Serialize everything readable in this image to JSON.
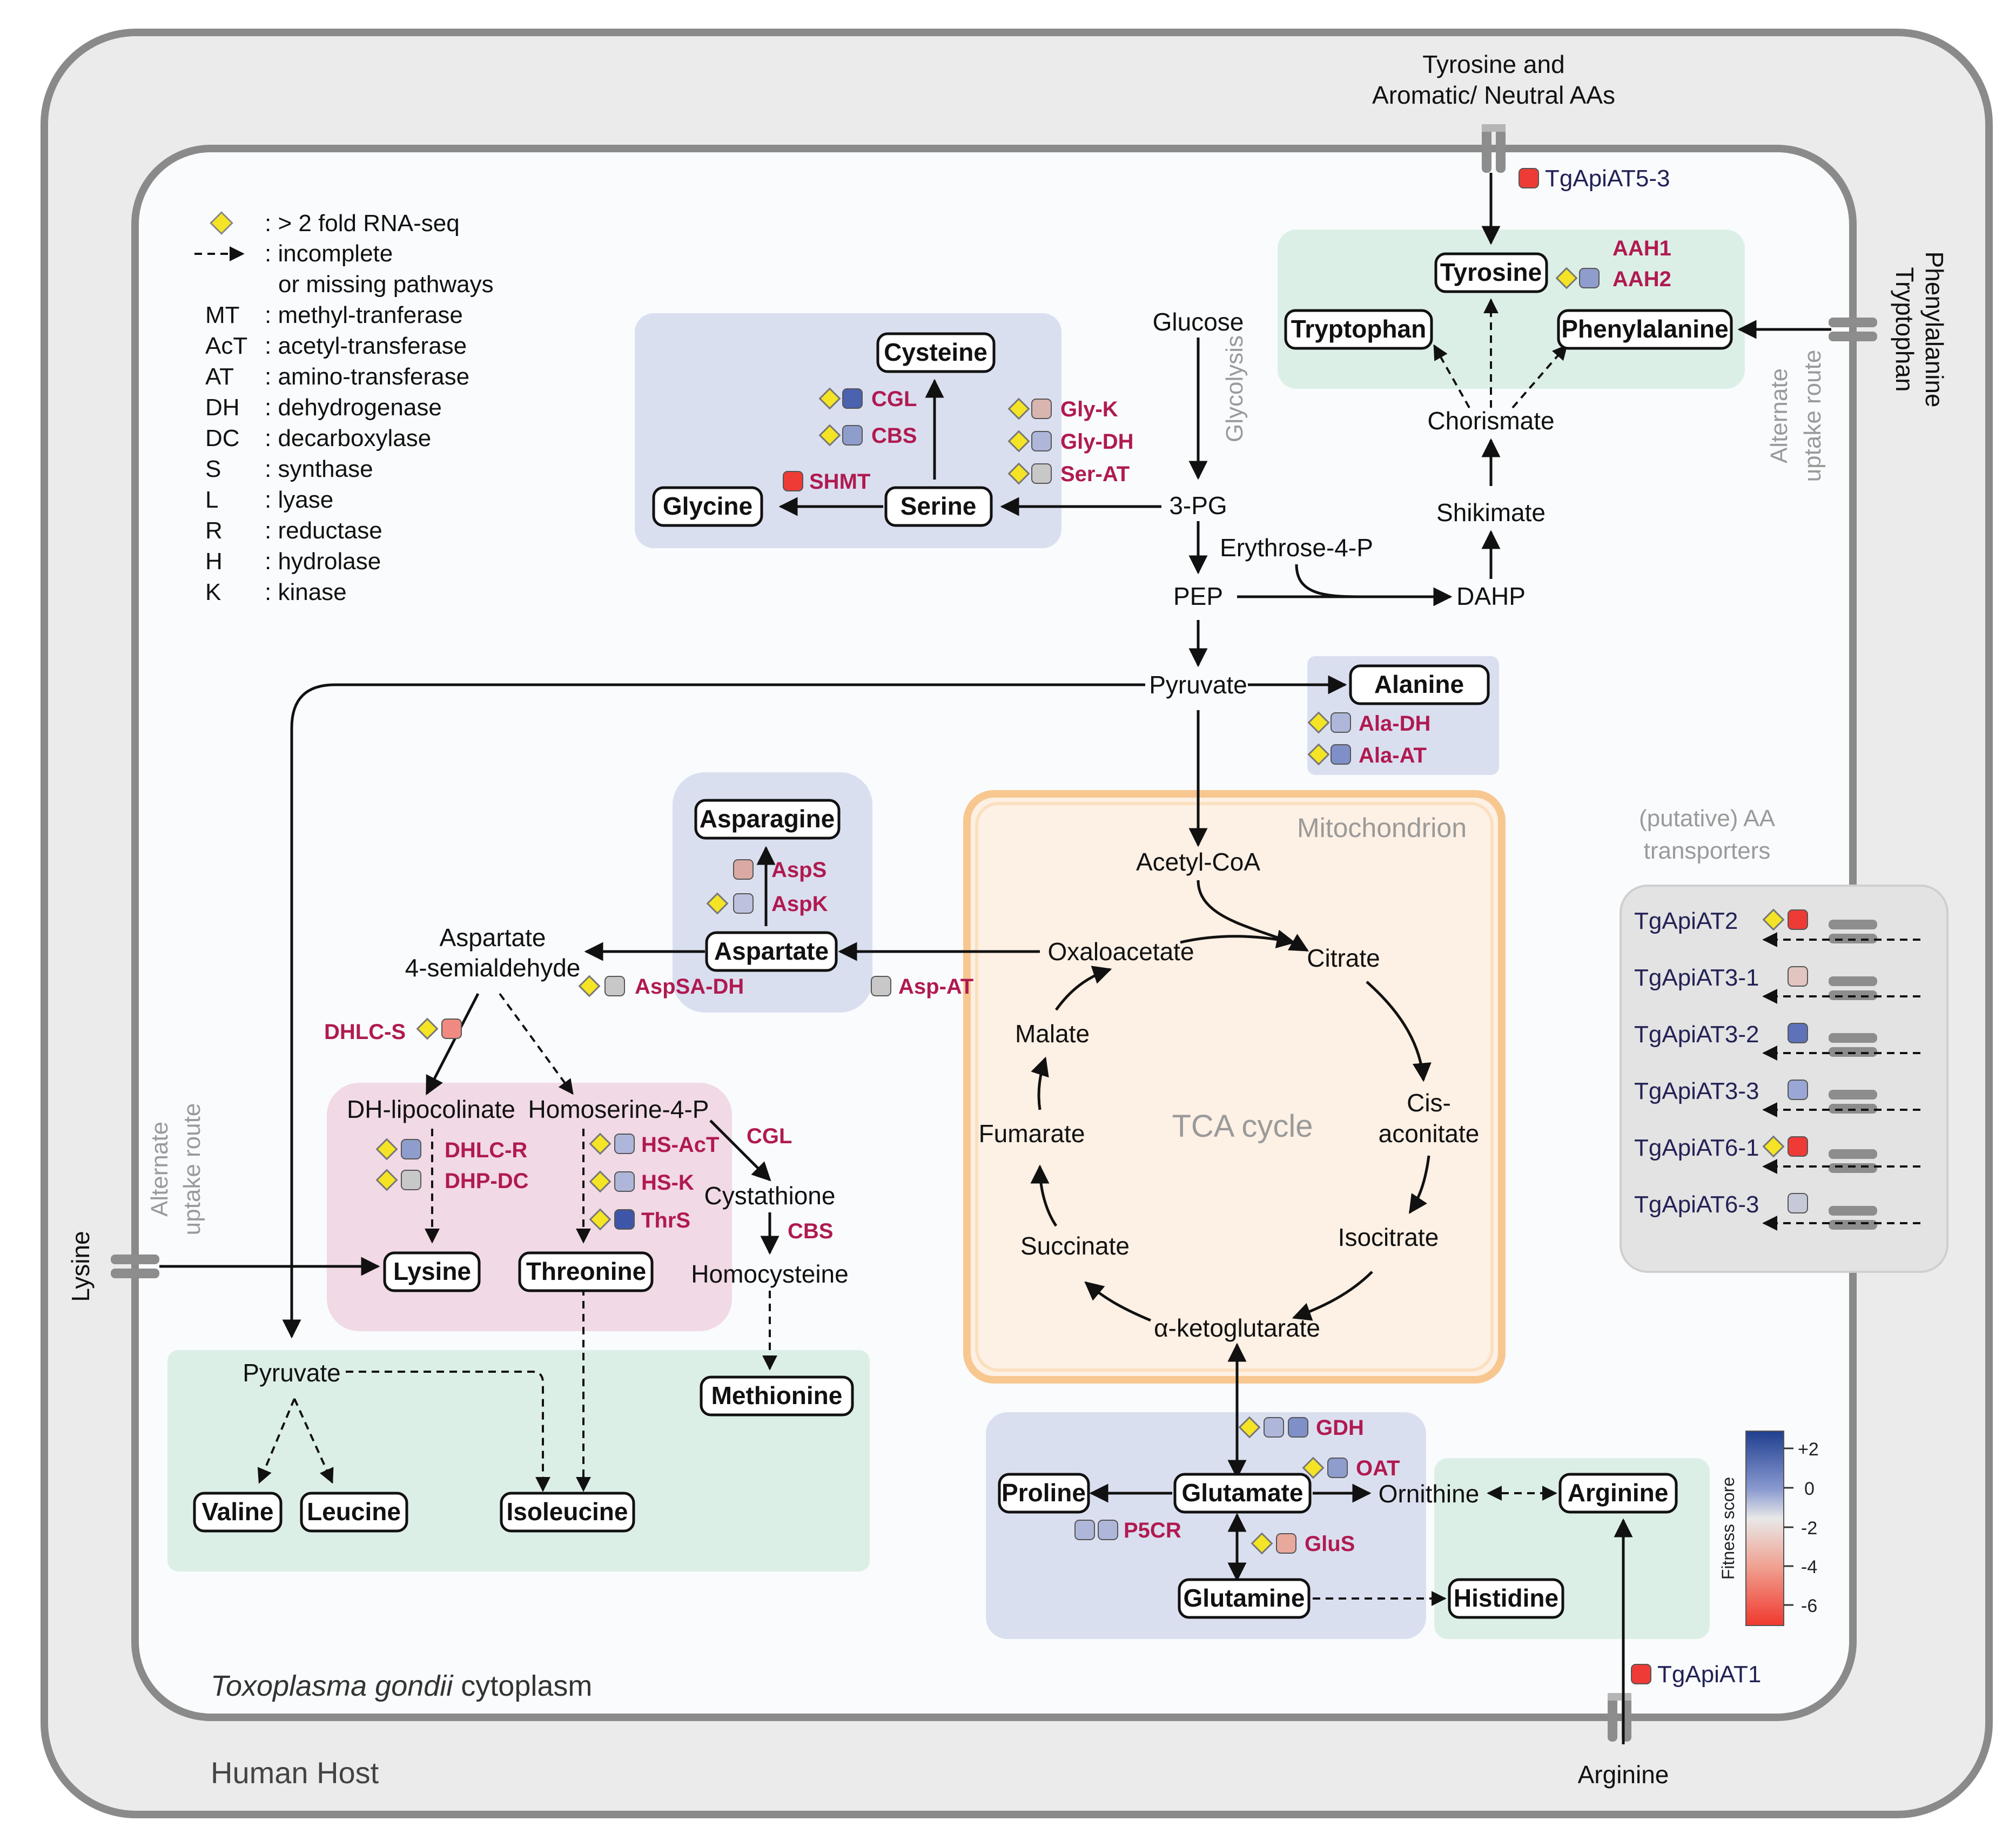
{
  "labels": {
    "host": "Human Host",
    "cytoplasm_italic": "Toxoplasma gondii",
    "cytoplasm_rest": " cytoplasm",
    "mitochondrion": "Mitochondrion",
    "tca": "TCA cycle",
    "transporters_line1": "(putative) AA",
    "transporters_line2": "transporters",
    "alt_route_line1": "Alternate",
    "alt_route_line2": "uptake route",
    "glycolysis": "Glycolysis",
    "fitness_score": "Fitness score"
  },
  "legend": [
    {
      "key": "",
      "text": ": > 2 fold RNA-seq"
    },
    {
      "key": "",
      "text": ": incomplete"
    },
    {
      "key": "",
      "text": "or missing pathways"
    },
    {
      "key": "MT",
      "text": ": methyl-tranferase"
    },
    {
      "key": "AcT",
      "text": ": acetyl-transferase"
    },
    {
      "key": "AT",
      "text": ": amino-transferase"
    },
    {
      "key": "DH",
      "text": ": dehydrogenase"
    },
    {
      "key": "DC",
      "text": ": decarboxylase"
    },
    {
      "key": "S",
      "text": ": synthase"
    },
    {
      "key": "L",
      "text": ": lyase"
    },
    {
      "key": "R",
      "text": ": reductase"
    },
    {
      "key": "H",
      "text": ": hydrolase"
    },
    {
      "key": "K",
      "text": ": kinase"
    }
  ],
  "amino_acids": {
    "cysteine": "Cysteine",
    "glycine": "Glycine",
    "serine": "Serine",
    "tyrosine": "Tyrosine",
    "tryptophan": "Tryptophan",
    "phenylalanine": "Phenylalanine",
    "alanine": "Alanine",
    "asparagine": "Asparagine",
    "aspartate": "Aspartate",
    "lysine": "Lysine",
    "threonine": "Threonine",
    "methionine": "Methionine",
    "valine": "Valine",
    "leucine": "Leucine",
    "isoleucine": "Isoleucine",
    "proline": "Proline",
    "glutamate": "Glutamate",
    "glutamine": "Glutamine",
    "arginine": "Arginine",
    "histidine": "Histidine"
  },
  "metabolites": {
    "glucose": "Glucose",
    "pg3": "3-PG",
    "pep": "PEP",
    "pyruvate": "Pyruvate",
    "pyruvate2": "Pyruvate",
    "erythrose": "Erythrose-4-P",
    "dahp": "DAHP",
    "shikimate": "Shikimate",
    "chorismate": "Chorismate",
    "acetylcoa": "Acetyl-CoA",
    "citrate": "Citrate",
    "cis1": "Cis-",
    "cis2": "aconitate",
    "isocitrate": "Isocitrate",
    "akg": "α-ketoglutarate",
    "succinate": "Succinate",
    "fumarate": "Fumarate",
    "malate": "Malate",
    "oxaloacetate": "Oxaloacetate",
    "asa1": "Aspartate",
    "asa2": "4-semialdehyde",
    "dhlipo": "DH-lipocolinate",
    "homoserine": "Homoserine-4-P",
    "cystathione": "Cystathione",
    "homocysteine": "Homocysteine",
    "ornithine": "Ornithine"
  },
  "external": {
    "tyr_line1": "Tyrosine and",
    "tyr_line2": "Aromatic/ Neutral AAs",
    "phe": "Phenylalanine",
    "trp": "Tryptophan",
    "lysine": "Lysine",
    "arginine": "Arginine"
  },
  "enzymes": {
    "cgl": "CGL",
    "cbs": "CBS",
    "shmt": "SHMT",
    "glyk": "Gly-K",
    "glydh": "Gly-DH",
    "serat": "Ser-AT",
    "aah1": "AAH1",
    "aah2": "AAH2",
    "aladh": "Ala-DH",
    "alaat": "Ala-AT",
    "asps": "AspS",
    "aspk": "AspK",
    "aspsadh": "AspSA-DH",
    "aspat": "Asp-AT",
    "dhlcs": "DHLC-S",
    "dhlcr": "DHLC-R",
    "dhpdc": "DHP-DC",
    "hsact": "HS-AcT",
    "hsk": "HS-K",
    "thrs": "ThrS",
    "cgl2": "CGL",
    "cbs2": "CBS",
    "gdh": "GDH",
    "oat": "OAT",
    "p5cr": "P5CR",
    "glus": "GluS"
  },
  "transporters": {
    "at53": "TgApiAT5-3",
    "at2": "TgApiAT2",
    "at31": "TgApiAT3-1",
    "at32": "TgApiAT3-2",
    "at33": "TgApiAT3-3",
    "at61": "TgApiAT6-1",
    "at63": "TgApiAT6-3",
    "at1": "TgApiAT1"
  },
  "colorbar": {
    "ticks": [
      "+2",
      "0",
      "-2",
      "-4",
      "-6"
    ],
    "colors": {
      "high": "#1f3f8f",
      "mid": "#e8e8e8",
      "low": "#f0382e"
    }
  },
  "colors": {
    "rna_marker": "#f4e425",
    "panel_blue": "#dadff0",
    "panel_green": "#dcefe7",
    "panel_pink": "#f1d9e6",
    "panel_gray": "#e3e3e3",
    "mito_fill": "#fdf0e4",
    "mito_border": "#f8c790",
    "enzyme_text": "#b01a50"
  }
}
